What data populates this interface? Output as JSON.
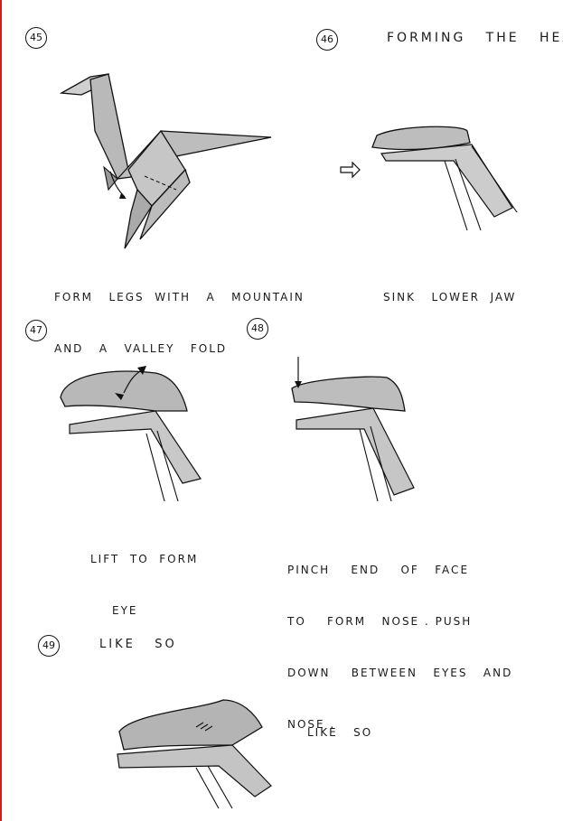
{
  "steps": [
    {
      "number": "45",
      "caption_lines": [
        "FORM   LEGS  WITH   A   MOUNTAIN",
        "AND   A   VALLEY   FOLD"
      ]
    },
    {
      "number": "46",
      "heading": "FORMING   THE   HEAD",
      "caption_lines": [
        "SINK   LOWER  JAW"
      ]
    },
    {
      "number": "47",
      "caption_lines": [
        "LIFT  TO  FORM",
        "EYE"
      ]
    },
    {
      "number": "48",
      "caption_lines": [
        "PINCH    END    OF   FACE",
        "TO    FORM   NOSE . PUSH",
        "DOWN    BETWEEN   EYES   AND",
        "NOSE ."
      ]
    },
    {
      "number": "49",
      "heading": "LIKE   SO",
      "caption_lines": [
        "LIKE   SO"
      ]
    }
  ],
  "colors": {
    "ink": "#1a1a1a",
    "shade": "#a8a8a8",
    "margin": "#cc2020"
  }
}
